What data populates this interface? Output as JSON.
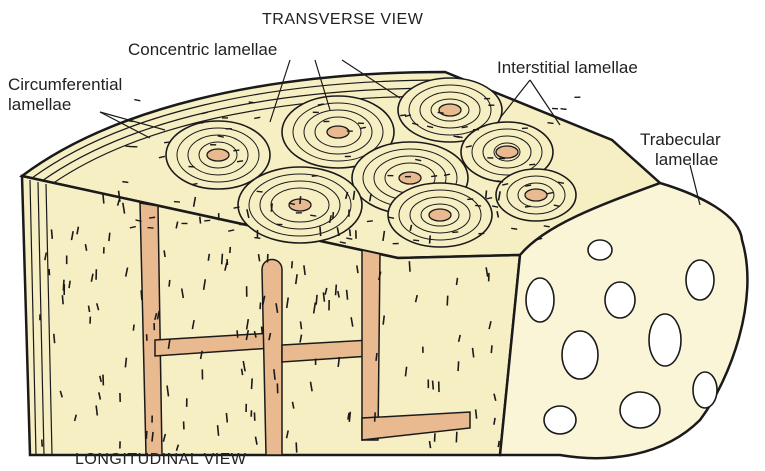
{
  "labels": {
    "transverse_view": "TRANSVERSE VIEW",
    "longitudinal_view": "LONGITUDINAL VIEW",
    "concentric": "Concentric lamellae",
    "interstitial": "Interstitial lamellae",
    "circumferential_1": "Circumferential",
    "circumferential_2": "lamellae",
    "trabecular_1": "Trabecular",
    "trabecular_2": "lamellae"
  },
  "colors": {
    "bone_fill": "#f7efc4",
    "canal_fill": "#e9b98f",
    "outline": "#1a1a1a",
    "spongy_fill": "#fbf5d8"
  }
}
